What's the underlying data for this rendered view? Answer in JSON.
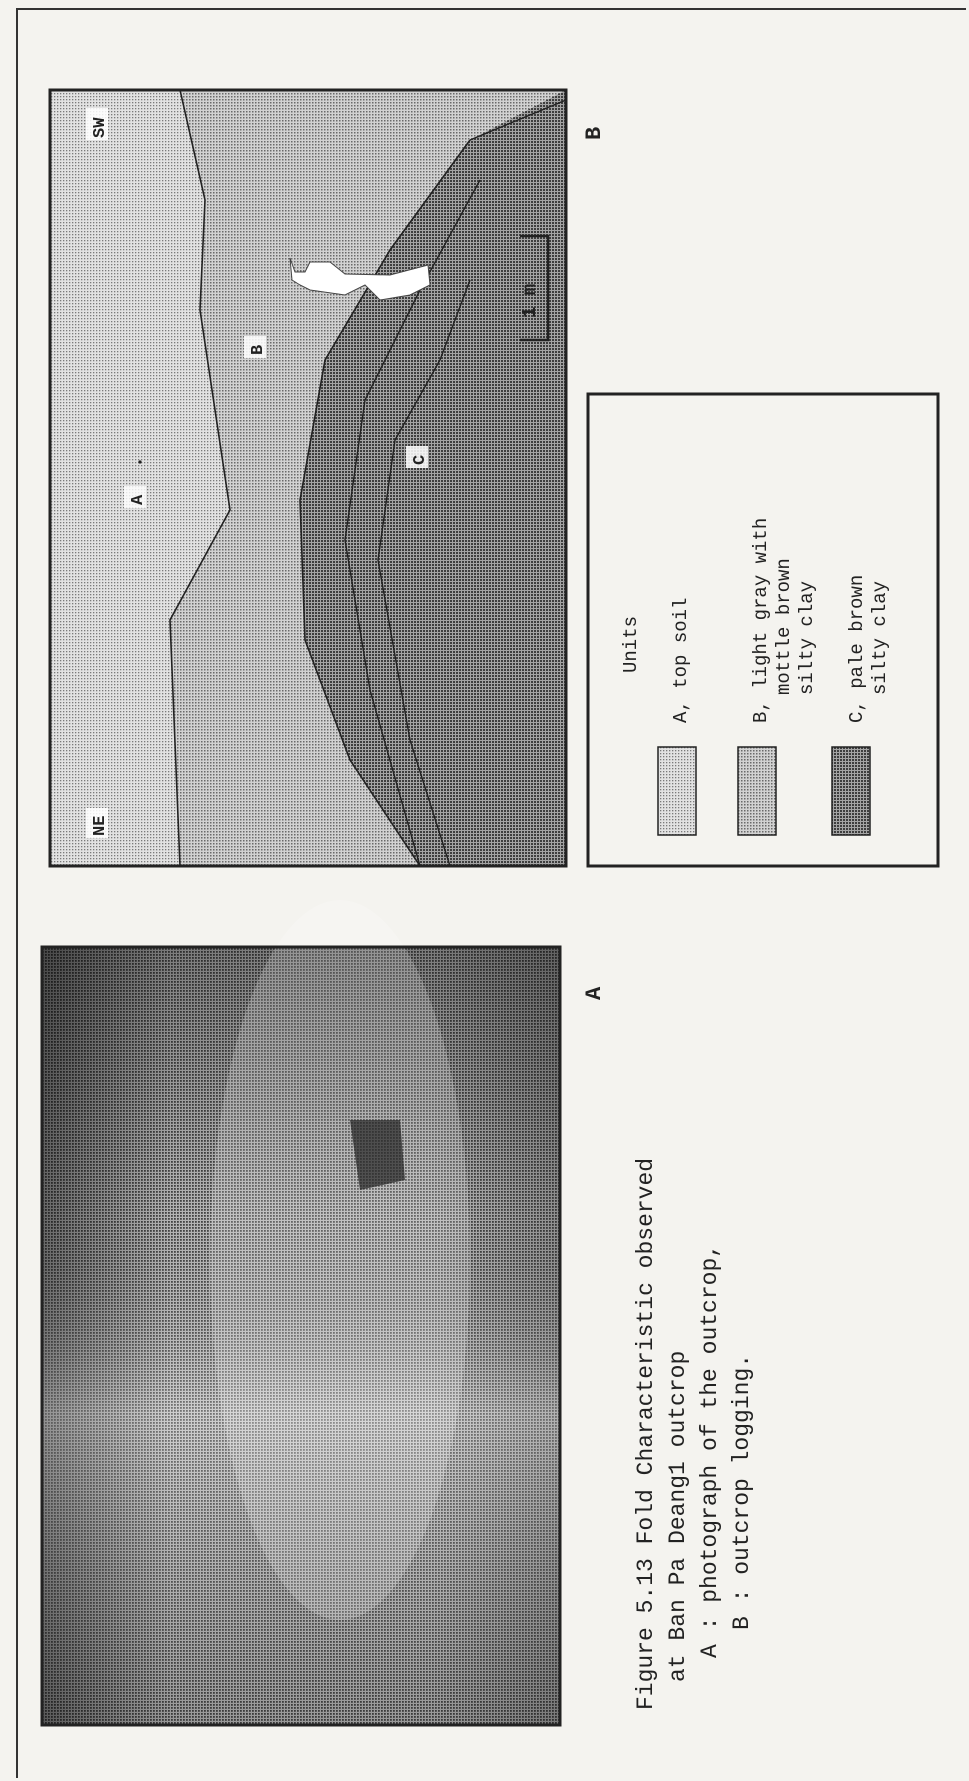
{
  "caption": {
    "line1": "Figure 5.13 Fold Characteristic observed",
    "line2": "at Ban Pa Deang1 outcrop",
    "line3": "A : photograph of the outcrop,",
    "line4": "B : outcrop logging."
  },
  "panel_a": {
    "label": "A"
  },
  "panel_b": {
    "label": "B",
    "direction_left": "NE",
    "direction_right": "SW",
    "unit_marks": {
      "a": "A",
      "b": "B",
      "c": "C"
    },
    "scale_label": "1 m"
  },
  "legend": {
    "title": "Units",
    "items": [
      {
        "line1": "A, top soil"
      },
      {
        "line1": "B, light gray with",
        "line2": "mottle brown",
        "line3": "silty clay"
      },
      {
        "line1": "C, pale brown",
        "line2": "silty clay"
      }
    ]
  },
  "colors": {
    "unit_a": "#d6d6d6",
    "unit_b": "#c6c6c6",
    "unit_c": "#8e8e8e"
  }
}
